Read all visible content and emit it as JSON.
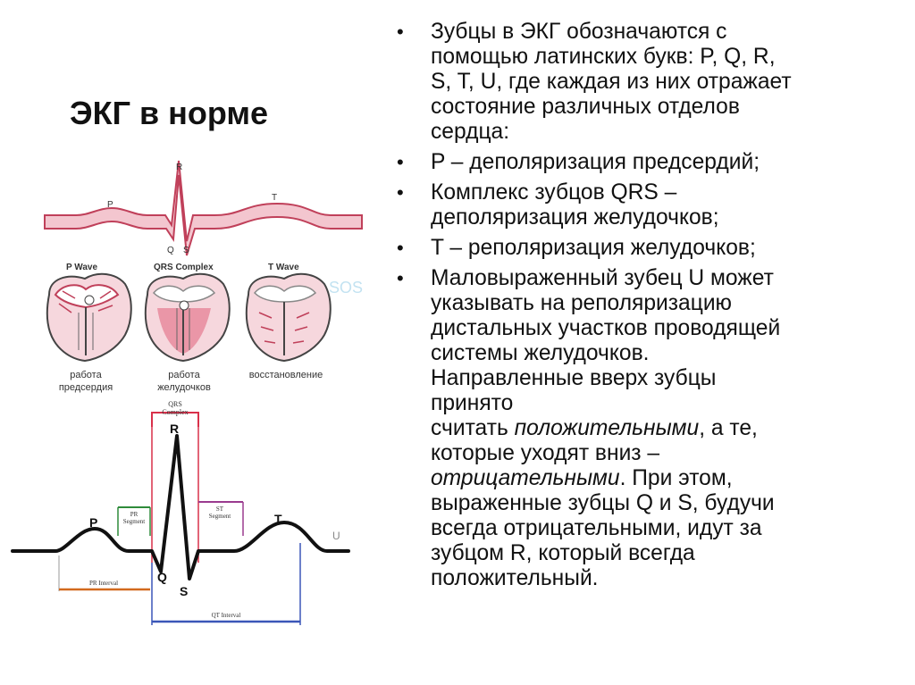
{
  "slide": {
    "title": "ЭКГ в норме"
  },
  "diagram_top": {
    "wave_letters": {
      "p": "P",
      "r": "R",
      "q": "Q",
      "s": "S",
      "t": "T"
    },
    "heart_headers": [
      "P Wave",
      "QRS Complex",
      "T Wave"
    ],
    "heart_captions": [
      [
        "работа",
        "предсердия"
      ],
      [
        "работа",
        "желудочков"
      ],
      [
        "восстановление"
      ]
    ],
    "watermark": "SOS"
  },
  "diagram_bottom": {
    "qrs_box": [
      "QRS",
      "Complex"
    ],
    "pr_segment": [
      "PR",
      "Segment"
    ],
    "st_segment": [
      "ST",
      "Segment"
    ],
    "pr_interval": "PR Interval",
    "qt_interval": "QT Interval",
    "wave_letters": {
      "p": "P",
      "q": "Q",
      "r": "R",
      "s": "S",
      "t": "T",
      "u": "U"
    }
  },
  "bullets": [
    {
      "segments": [
        {
          "text": "Зубцы в ЭКГ обозначаются с",
          "italic": false
        },
        {
          "br": true
        },
        {
          "text": "помощью латинских букв: P, Q, R,",
          "italic": false
        },
        {
          "br": true
        },
        {
          "text": "S, T, U, где каждая из них отражает",
          "italic": false
        },
        {
          "br": true
        },
        {
          "text": "состояние различных отделов",
          "italic": false
        },
        {
          "br": true
        },
        {
          "text": "сердца:",
          "italic": false
        }
      ]
    },
    {
      "segments": [
        {
          "text": "P – деполяризация предсердий;",
          "italic": false
        }
      ]
    },
    {
      "segments": [
        {
          "text": "Комплекс зубцов QRS –",
          "italic": false
        },
        {
          "br": true
        },
        {
          "text": "деполяризация желудочков;",
          "italic": false
        }
      ]
    },
    {
      "segments": [
        {
          "text": "T – реполяризация желудочков;",
          "italic": false
        }
      ]
    },
    {
      "segments": [
        {
          "text": "Маловыраженный зубец U может",
          "italic": false
        },
        {
          "br": true
        },
        {
          "text": "указывать на реполяризацию",
          "italic": false
        },
        {
          "br": true
        },
        {
          "text": "дистальных участков проводящей",
          "italic": false
        },
        {
          "br": true
        },
        {
          "text": "системы желудочков.",
          "italic": false
        },
        {
          "br": true
        },
        {
          "text": "Направленные вверх зубцы",
          "italic": false
        },
        {
          "br": true
        },
        {
          "text": "принято",
          "italic": false
        },
        {
          "br": true
        },
        {
          "text": "считать ",
          "italic": false
        },
        {
          "text": "положительными",
          "italic": true
        },
        {
          "text": ", а те,",
          "italic": false
        },
        {
          "br": true
        },
        {
          "text": "которые уходят вниз –",
          "italic": false
        },
        {
          "br": true
        },
        {
          "text": "отрицательными",
          "italic": true
        },
        {
          "text": ". При этом,",
          "italic": false
        },
        {
          "br": true
        },
        {
          "text": "выраженные зубцы Q и S, будучи",
          "italic": false
        },
        {
          "br": true
        },
        {
          "text": "всегда отрицательными, идут за",
          "italic": false
        },
        {
          "br": true
        },
        {
          "text": "зубцом R, который всегда",
          "italic": false
        },
        {
          "br": true
        },
        {
          "text": "положительный.",
          "italic": false
        }
      ]
    }
  ],
  "colors": {
    "ribbon_fill": "#f3c6cf",
    "ribbon_stroke": "#c0405a",
    "heart_fill": "#f6d7dd",
    "heart_accent": "#e0607a",
    "qrs_box": "#d9304a",
    "pr_segment": "#2e8b3a",
    "st_segment": "#9a3b8f",
    "pr_interval": "#d2691e",
    "qt_interval": "#3a56b8",
    "watermark": "#9ad0e8"
  }
}
